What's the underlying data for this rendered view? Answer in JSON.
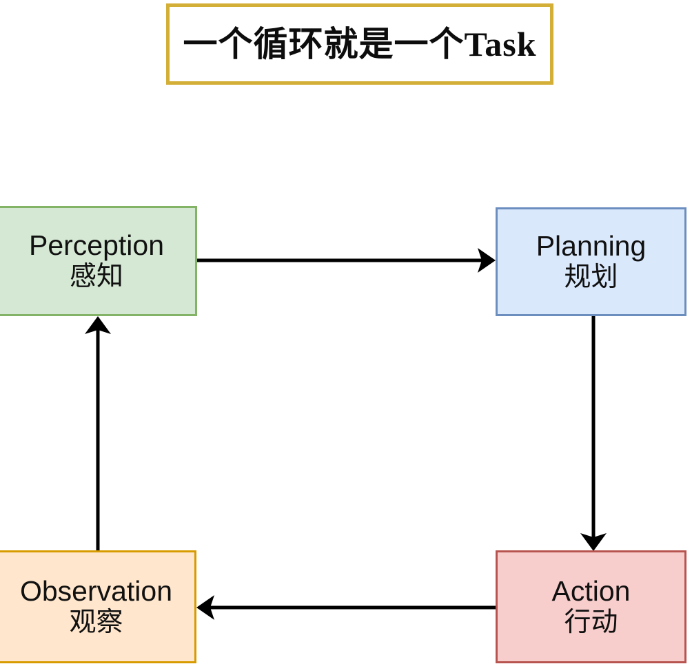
{
  "title": {
    "text": "一个循环就是一个Task",
    "border_color": "#d4af37",
    "background_color": "#ffffff",
    "text_color": "#0d0d0d"
  },
  "diagram": {
    "type": "cycle-flowchart",
    "arrow_color": "#000000",
    "nodes": [
      {
        "id": "perception",
        "label_en": "Perception",
        "label_zh": "感知",
        "fill": "#d5e8d4",
        "stroke": "#82b366",
        "position": "top-left"
      },
      {
        "id": "planning",
        "label_en": "Planning",
        "label_zh": "规划",
        "fill": "#dae8fc",
        "stroke": "#6c8ebf",
        "position": "top-right"
      },
      {
        "id": "action",
        "label_en": "Action",
        "label_zh": "行动",
        "fill": "#f8cecc",
        "stroke": "#b85450",
        "position": "bottom-right"
      },
      {
        "id": "observation",
        "label_en": "Observation",
        "label_zh": "观察",
        "fill": "#ffe6cc",
        "stroke": "#d79b00",
        "position": "bottom-left"
      }
    ],
    "edges": [
      {
        "id": "perception-to-planning",
        "from": "perception",
        "to": "planning",
        "direction": "right"
      },
      {
        "id": "planning-to-action",
        "from": "planning",
        "to": "action",
        "direction": "down"
      },
      {
        "id": "action-to-observation",
        "from": "action",
        "to": "observation",
        "direction": "left"
      },
      {
        "id": "observation-to-perception",
        "from": "observation",
        "to": "perception",
        "direction": "up"
      }
    ]
  }
}
